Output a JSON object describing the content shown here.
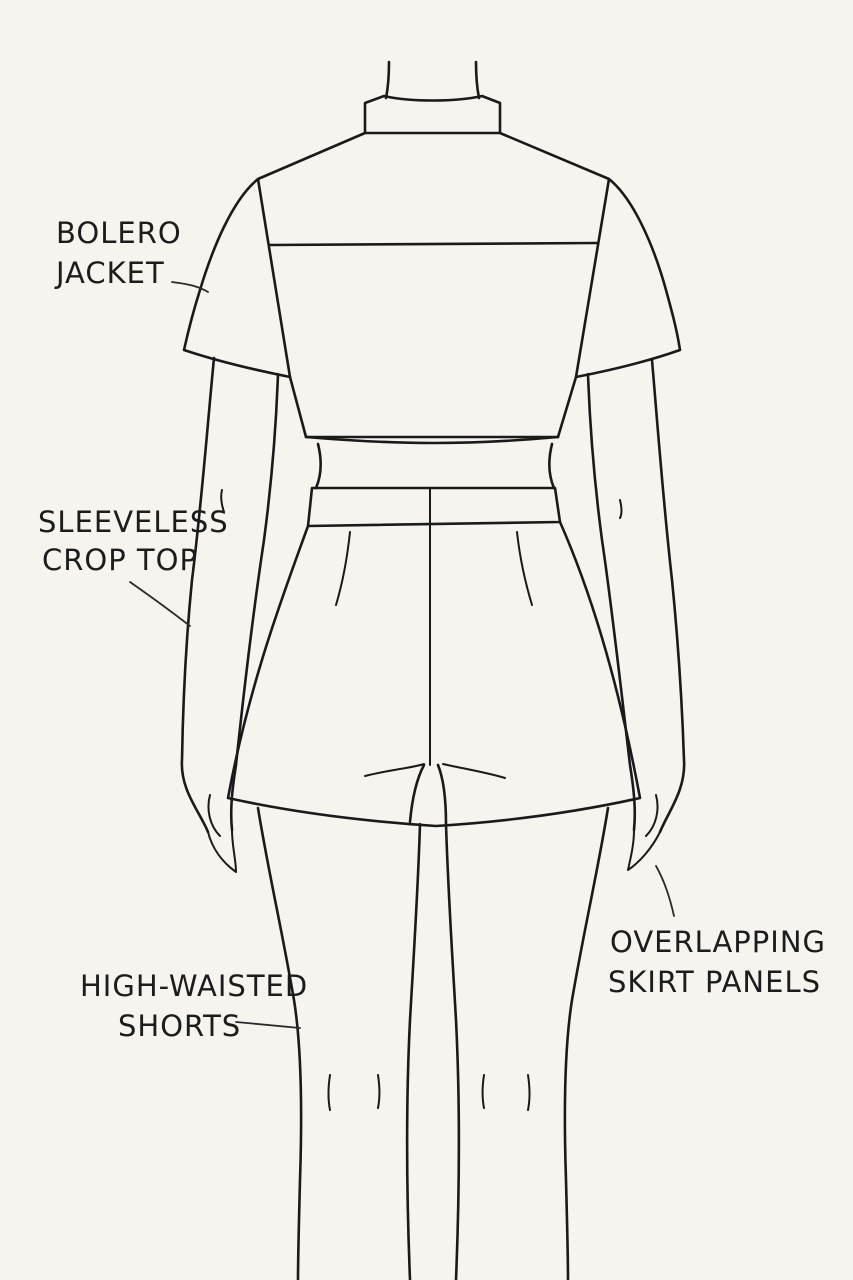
{
  "labels": {
    "bolero_line1": "BOLERO",
    "bolero_line2": "JACKET",
    "crop_line1": "SLEEVELESS",
    "crop_line2": "CROP TOP",
    "shorts_line1": "HIGH-WAISTED",
    "shorts_line2": "SHORTS",
    "panels_line1": "OVERLAPPING",
    "panels_line2": "SKIRT PANELS"
  },
  "colors": {
    "background": "#f6f4ef",
    "ink": "#1a1a1a"
  }
}
